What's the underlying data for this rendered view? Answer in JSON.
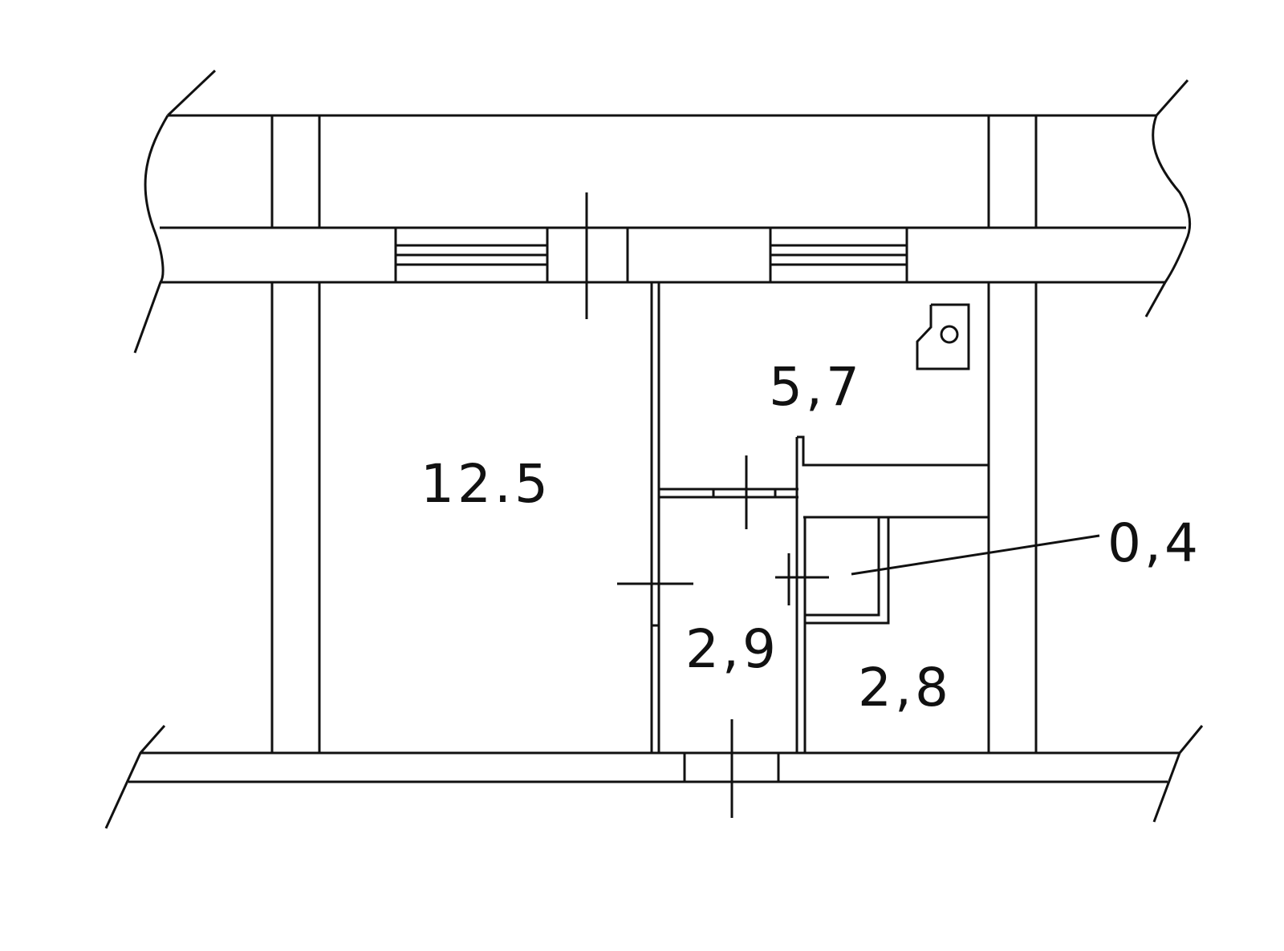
{
  "plan": {
    "rooms": [
      {
        "id": "room",
        "area": "12.5"
      },
      {
        "id": "kitchen",
        "area": "5,7"
      },
      {
        "id": "hall",
        "area": "2,9"
      },
      {
        "id": "bathroom",
        "area": "2,8"
      },
      {
        "id": "closet",
        "area": "0,4"
      }
    ]
  }
}
